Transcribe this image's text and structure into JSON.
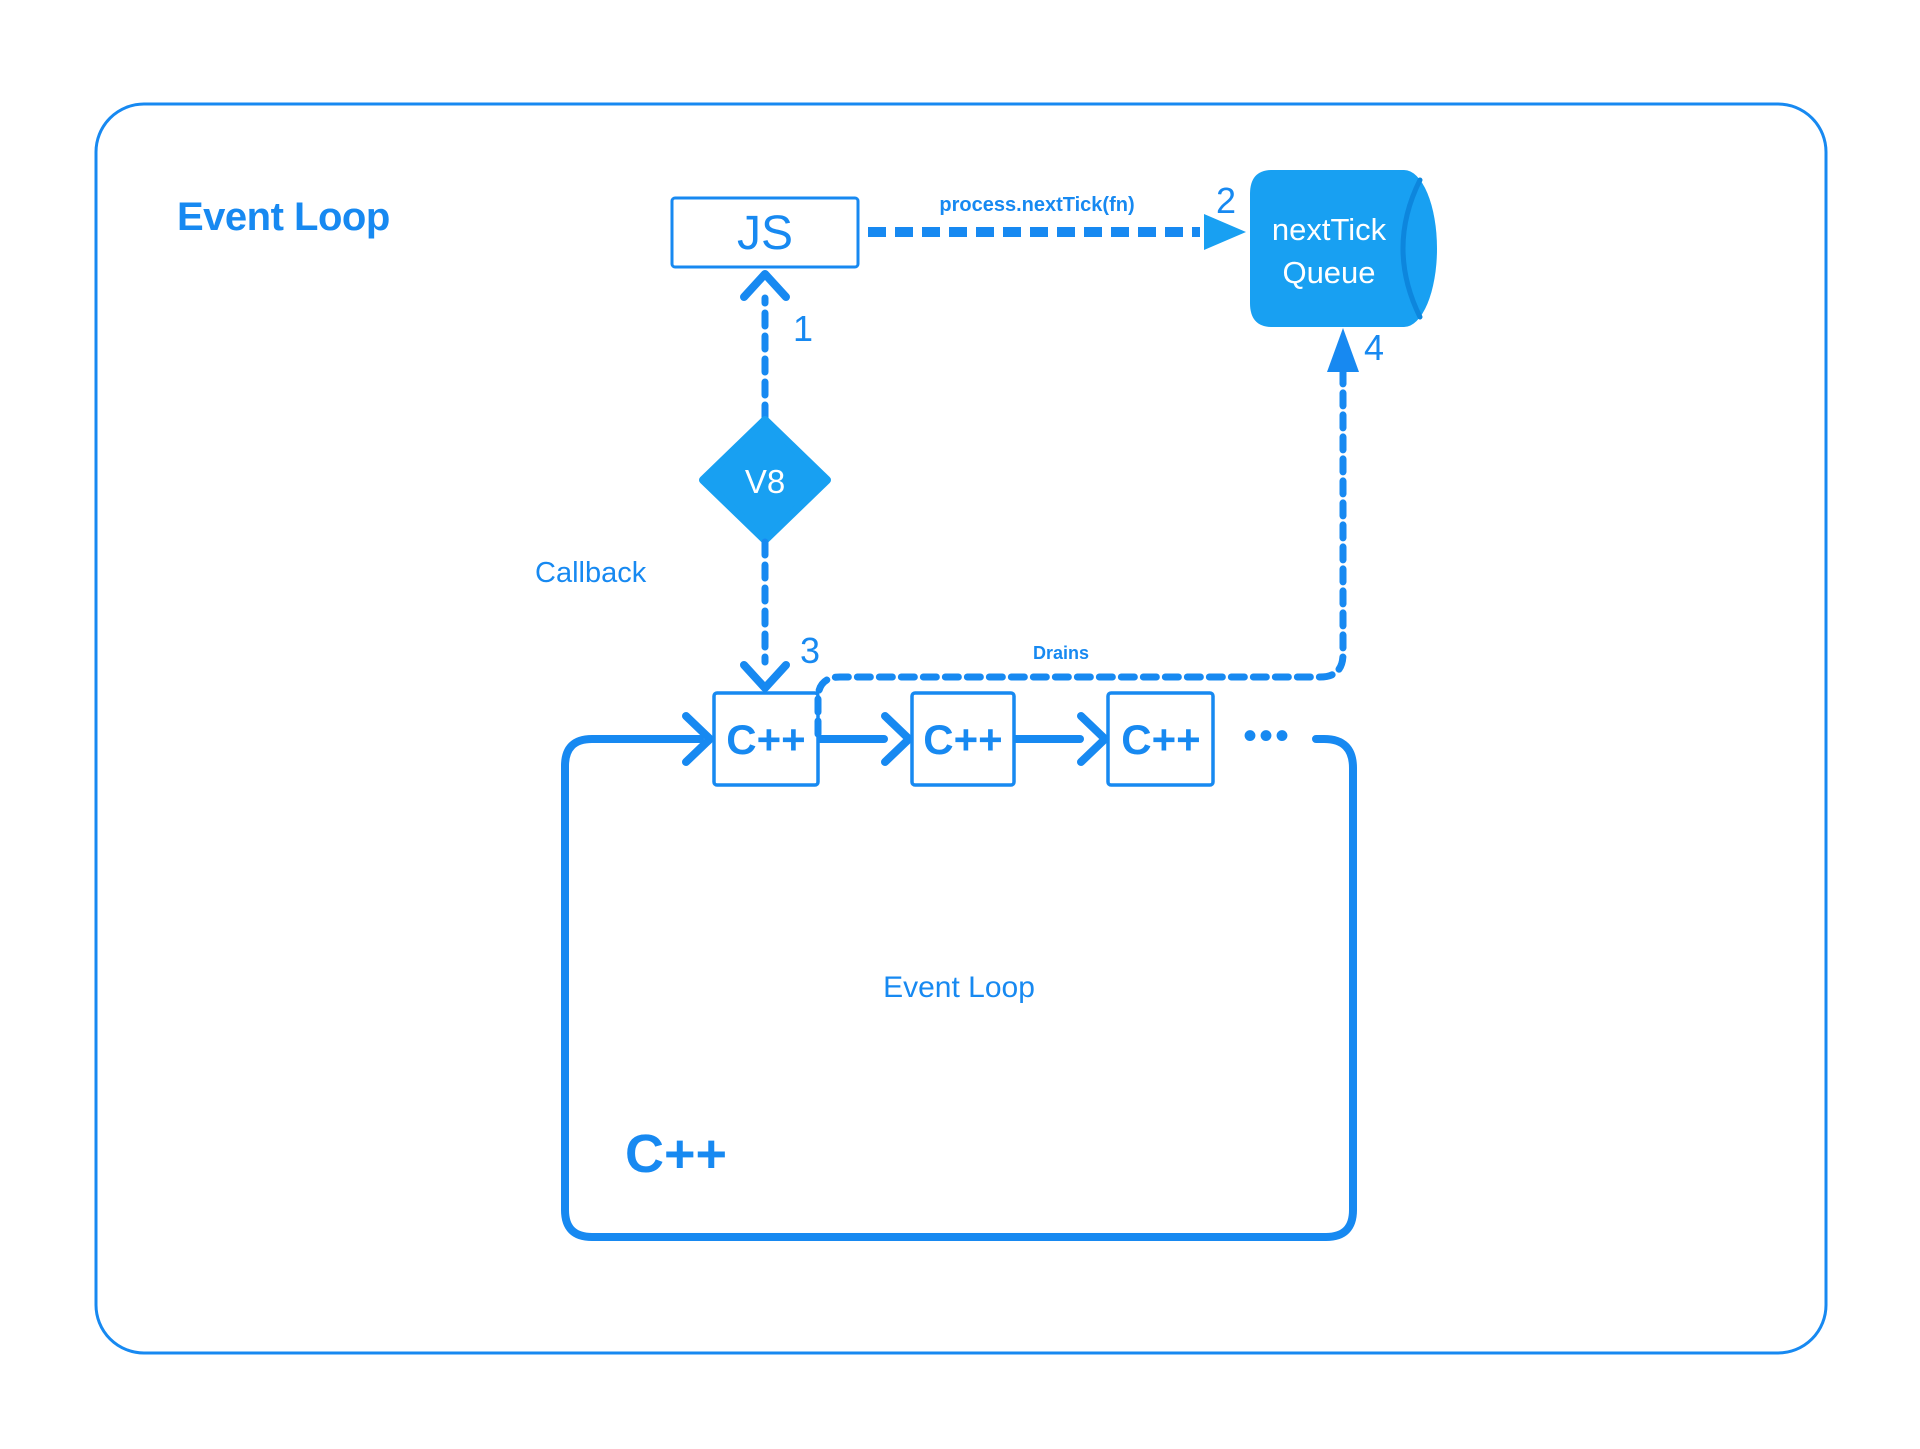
{
  "title": "Event Loop",
  "nodes": {
    "js": "JS",
    "v8": "V8",
    "queue_line1": "nextTick",
    "queue_line2": "Queue",
    "cpp_row": [
      "C++",
      "C++",
      "C++"
    ],
    "ellipsis": "•••",
    "loop_label": "Event Loop",
    "cpp_big": "C++"
  },
  "labels": {
    "process_next_tick": "process.nextTick(fn)",
    "callback": "Callback",
    "drains": "Drains",
    "step_1": "1",
    "step_2": "2",
    "step_3": "3",
    "step_4": "4"
  },
  "colors": {
    "accent_blue": "#1789f1",
    "shape_fill_blue": "#18a0f2",
    "background": "#ffffff",
    "shape_text": "#ffffff"
  }
}
